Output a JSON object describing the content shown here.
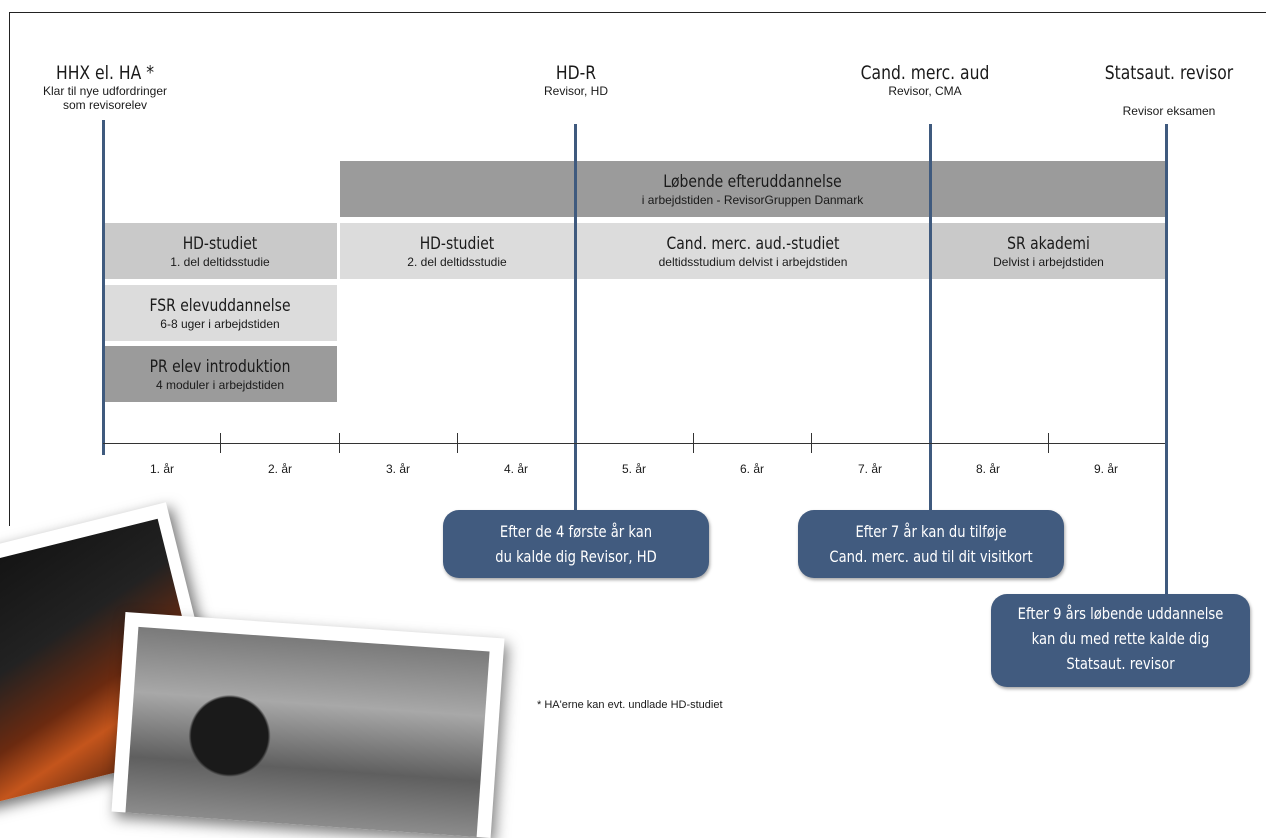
{
  "milestones": [
    {
      "title": "HHX el. HA  *",
      "sub1": "Klar til nye udfordringer",
      "sub2": "som revisorelev"
    },
    {
      "title": "HD-R",
      "sub1": "Revisor, HD"
    },
    {
      "title": "Cand. merc. aud",
      "sub1": "Revisor, CMA"
    },
    {
      "title": "Statsaut. revisor",
      "sub1": "Revisor eksamen"
    }
  ],
  "blocks": {
    "lobende": {
      "title": "Løbende efteruddannelse",
      "sub": "i arbejdstiden - RevisorGruppen Danmark"
    },
    "hd1": {
      "title": "HD-studiet",
      "sub": "1. del deltidsstudie"
    },
    "hd2": {
      "title": "HD-studiet",
      "sub": "2. del deltidsstudie"
    },
    "cand": {
      "title": "Cand. merc. aud.-studiet",
      "sub": "deltidsstudium delvist i arbejdstiden"
    },
    "sr": {
      "title": "SR akademi",
      "sub": "Delvist i arbejdstiden"
    },
    "fsr": {
      "title": "FSR elevuddannelse",
      "sub": "6-8 uger i arbejdstiden"
    },
    "pr": {
      "title": "PR elev introduktion",
      "sub": "4 moduler i arbejdstiden"
    }
  },
  "years": [
    "1. år",
    "2. år",
    "3. år",
    "4. år",
    "5. år",
    "6. år",
    "7. år",
    "8. år",
    "9. år"
  ],
  "callouts": [
    {
      "line1": "Efter de 4 første år kan",
      "line2": "du kalde dig Revisor, HD"
    },
    {
      "line1": "Efter 7 år kan du tilføje",
      "line2": "Cand. merc. aud til dit visitkort"
    },
    {
      "line1": "Efter 9 års løbende uddannelse",
      "line2": "kan du med rette kalde dig",
      "line3": "Statsaut. revisor"
    }
  ],
  "footnote": "* HA'erne kan evt. undlade HD-studiet",
  "colors": {
    "accent": "#415b7f",
    "line": "#3f5a7e",
    "block_light": "#dcdcdc",
    "block_mid": "#c9c9c9",
    "block_dark": "#9b9b9b"
  }
}
